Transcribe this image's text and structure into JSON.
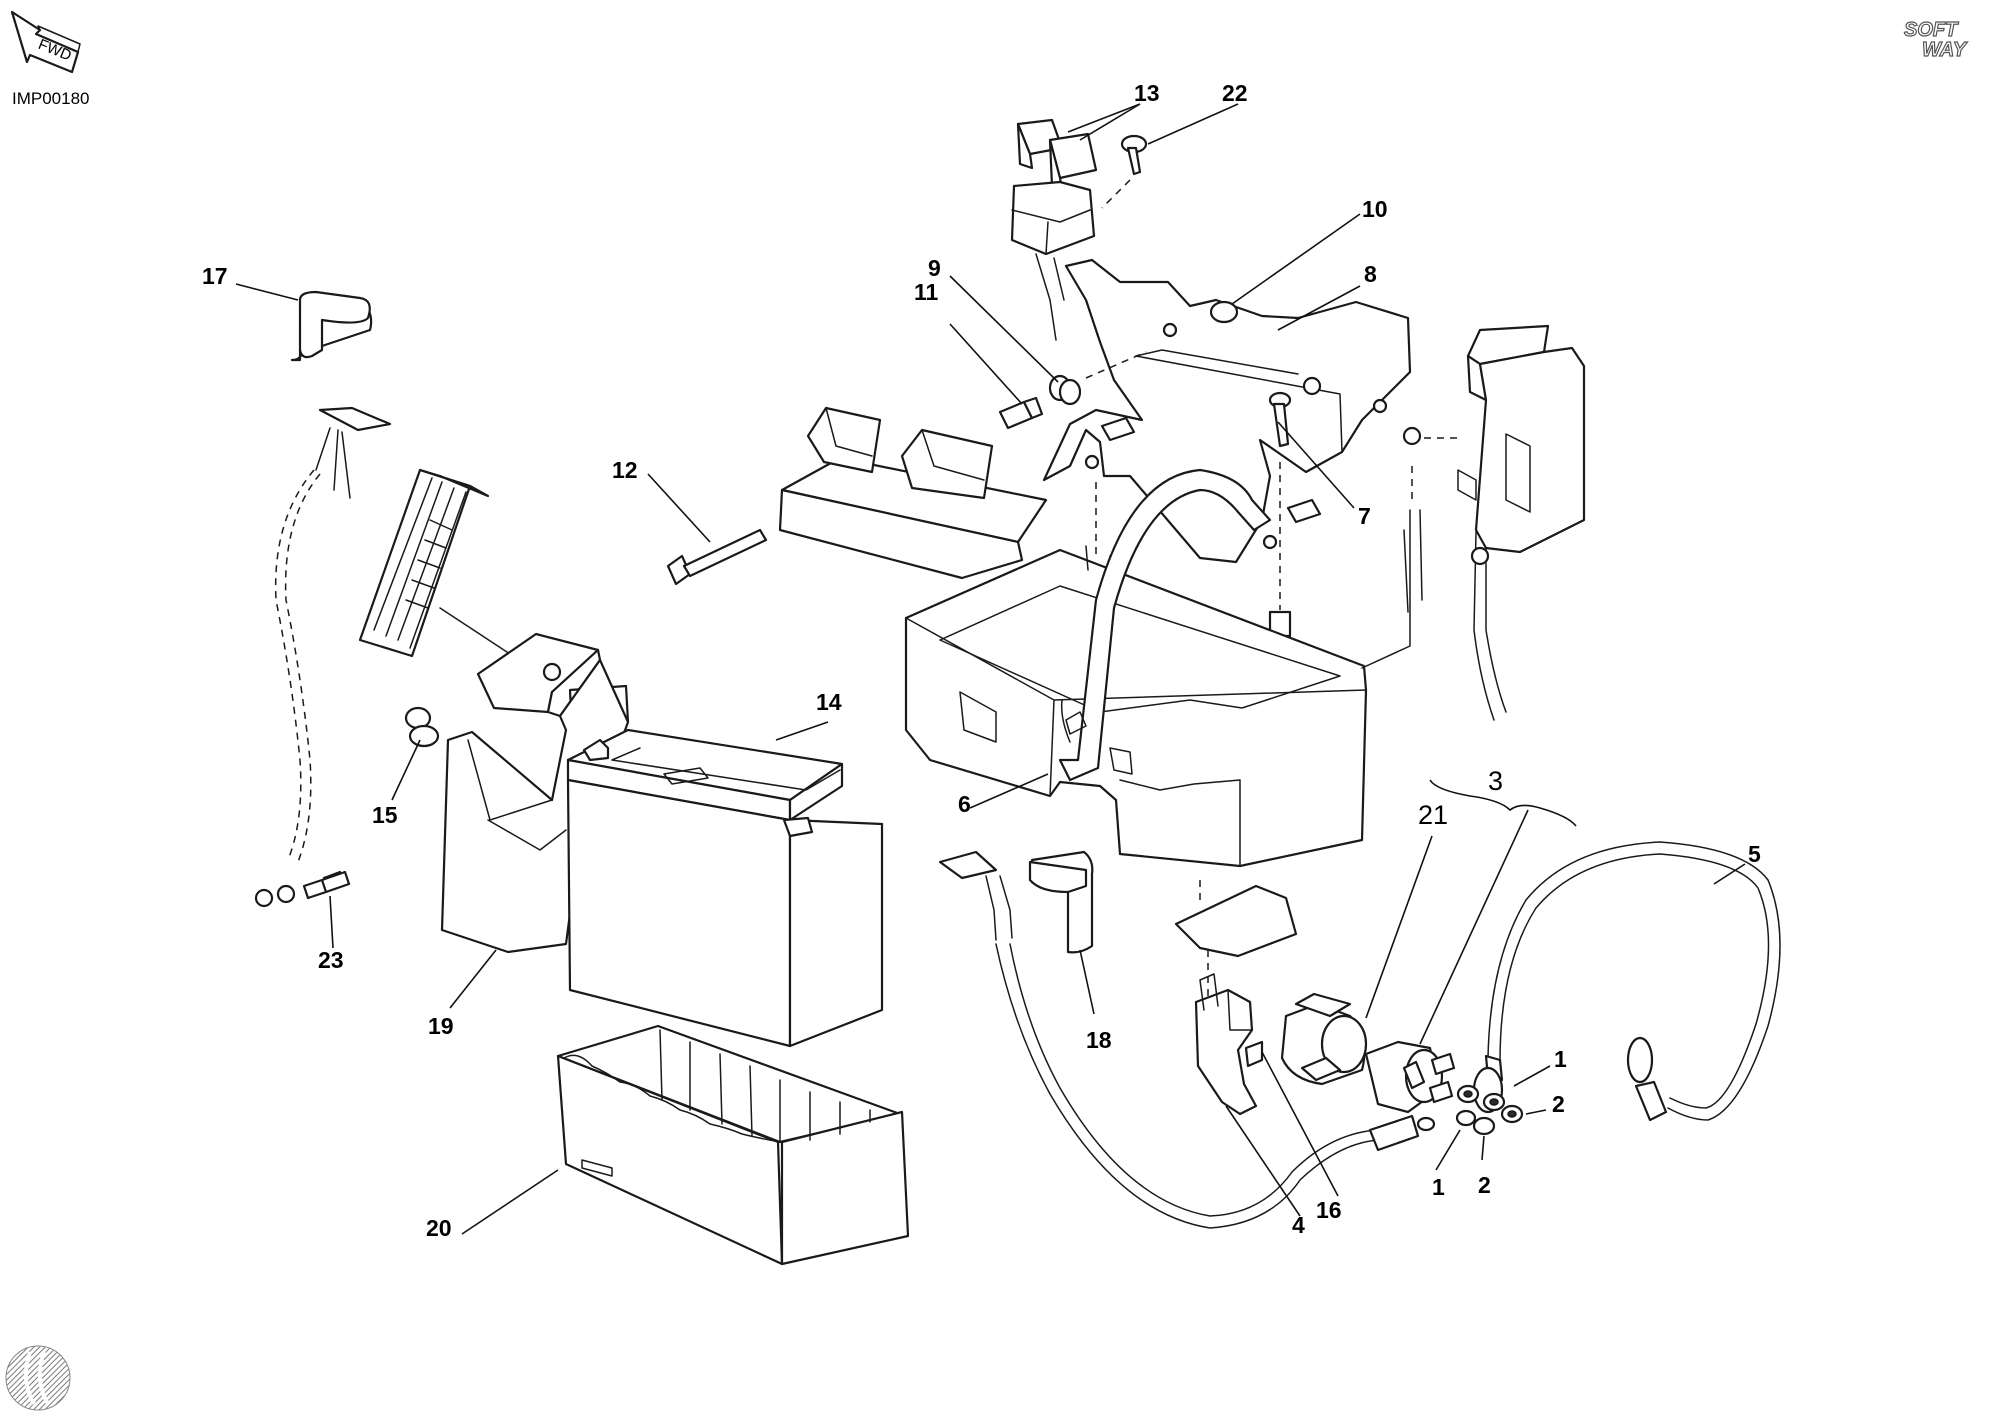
{
  "diagram_code": "IMP00180",
  "fwd_label": "FWD",
  "logo": {
    "line1": "SOFT",
    "line2": "WAY"
  },
  "callouts": {
    "c1": "1",
    "c1b": "1",
    "c2": "2",
    "c2b": "2",
    "c3": "3",
    "c4": "4",
    "c5": "5",
    "c6": "6",
    "c7": "7",
    "c8": "8",
    "c9": "9",
    "c10": "10",
    "c11": "11",
    "c12": "12",
    "c13": "13",
    "c14": "14",
    "c15": "15",
    "c16": "16",
    "c17": "17",
    "c18": "18",
    "c19": "19",
    "c20": "20",
    "c21": "21",
    "c22": "22",
    "c23": "23"
  }
}
